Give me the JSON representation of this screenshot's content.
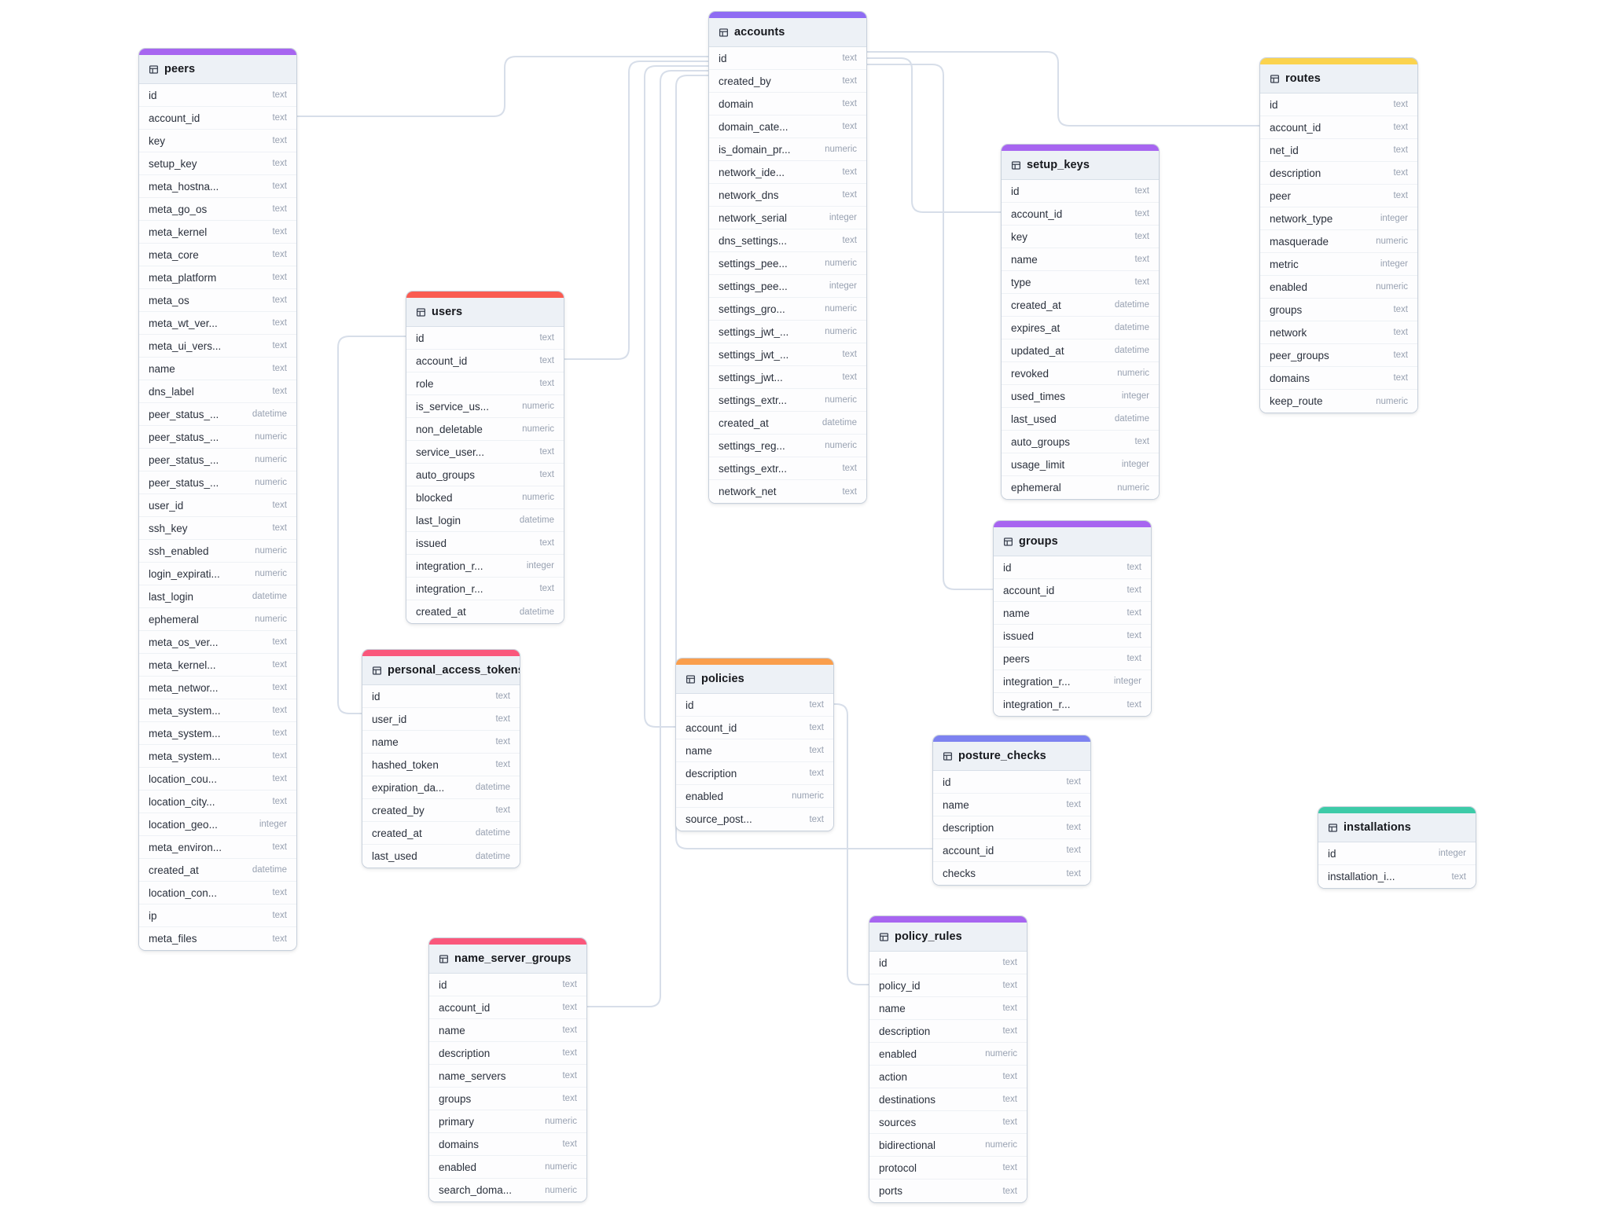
{
  "canvas": {
    "background": "#ffffff",
    "connector_color": "#d7dee9"
  },
  "diagram": {
    "tables": [
      {
        "name": "peers",
        "header_color": "#A765F0",
        "fields": [
          {
            "name": "id",
            "type": "text"
          },
          {
            "name": "account_id",
            "type": "text"
          },
          {
            "name": "key",
            "type": "text"
          },
          {
            "name": "setup_key",
            "type": "text"
          },
          {
            "name": "meta_hostna...",
            "type": "text"
          },
          {
            "name": "meta_go_os",
            "type": "text"
          },
          {
            "name": "meta_kernel",
            "type": "text"
          },
          {
            "name": "meta_core",
            "type": "text"
          },
          {
            "name": "meta_platform",
            "type": "text"
          },
          {
            "name": "meta_os",
            "type": "text"
          },
          {
            "name": "meta_wt_ver...",
            "type": "text"
          },
          {
            "name": "meta_ui_vers...",
            "type": "text"
          },
          {
            "name": "name",
            "type": "text"
          },
          {
            "name": "dns_label",
            "type": "text"
          },
          {
            "name": "peer_status_...",
            "type": "datetime"
          },
          {
            "name": "peer_status_...",
            "type": "numeric"
          },
          {
            "name": "peer_status_...",
            "type": "numeric"
          },
          {
            "name": "peer_status_...",
            "type": "numeric"
          },
          {
            "name": "user_id",
            "type": "text"
          },
          {
            "name": "ssh_key",
            "type": "text"
          },
          {
            "name": "ssh_enabled",
            "type": "numeric"
          },
          {
            "name": "login_expirati...",
            "type": "numeric"
          },
          {
            "name": "last_login",
            "type": "datetime"
          },
          {
            "name": "ephemeral",
            "type": "numeric"
          },
          {
            "name": "meta_os_ver...",
            "type": "text"
          },
          {
            "name": "meta_kernel...",
            "type": "text"
          },
          {
            "name": "meta_networ...",
            "type": "text"
          },
          {
            "name": "meta_system...",
            "type": "text"
          },
          {
            "name": "meta_system...",
            "type": "text"
          },
          {
            "name": "meta_system...",
            "type": "text"
          },
          {
            "name": "location_cou...",
            "type": "text"
          },
          {
            "name": "location_city...",
            "type": "text"
          },
          {
            "name": "location_geo...",
            "type": "integer"
          },
          {
            "name": "meta_environ...",
            "type": "text"
          },
          {
            "name": "created_at",
            "type": "datetime"
          },
          {
            "name": "location_con...",
            "type": "text"
          },
          {
            "name": "ip",
            "type": "text"
          },
          {
            "name": "meta_files",
            "type": "text"
          }
        ]
      },
      {
        "name": "accounts",
        "header_color": "#8E6CF3",
        "fields": [
          {
            "name": "id",
            "type": "text"
          },
          {
            "name": "created_by",
            "type": "text"
          },
          {
            "name": "domain",
            "type": "text"
          },
          {
            "name": "domain_cate...",
            "type": "text"
          },
          {
            "name": "is_domain_pr...",
            "type": "numeric"
          },
          {
            "name": "network_ide...",
            "type": "text"
          },
          {
            "name": "network_dns",
            "type": "text"
          },
          {
            "name": "network_serial",
            "type": "integer"
          },
          {
            "name": "dns_settings...",
            "type": "text"
          },
          {
            "name": "settings_pee...",
            "type": "numeric"
          },
          {
            "name": "settings_pee...",
            "type": "integer"
          },
          {
            "name": "settings_gro...",
            "type": "numeric"
          },
          {
            "name": "settings_jwt_...",
            "type": "numeric"
          },
          {
            "name": "settings_jwt_...",
            "type": "text"
          },
          {
            "name": "settings_jwt...",
            "type": "text"
          },
          {
            "name": "settings_extr...",
            "type": "numeric"
          },
          {
            "name": "created_at",
            "type": "datetime"
          },
          {
            "name": "settings_reg...",
            "type": "numeric"
          },
          {
            "name": "settings_extr...",
            "type": "text"
          },
          {
            "name": "network_net",
            "type": "text"
          }
        ]
      },
      {
        "name": "users",
        "header_color": "#FA5B51",
        "fields": [
          {
            "name": "id",
            "type": "text"
          },
          {
            "name": "account_id",
            "type": "text"
          },
          {
            "name": "role",
            "type": "text"
          },
          {
            "name": "is_service_us...",
            "type": "numeric"
          },
          {
            "name": "non_deletable",
            "type": "numeric"
          },
          {
            "name": "service_user...",
            "type": "text"
          },
          {
            "name": "auto_groups",
            "type": "text"
          },
          {
            "name": "blocked",
            "type": "numeric"
          },
          {
            "name": "last_login",
            "type": "datetime"
          },
          {
            "name": "issued",
            "type": "text"
          },
          {
            "name": "integration_r...",
            "type": "integer"
          },
          {
            "name": "integration_r...",
            "type": "text"
          },
          {
            "name": "created_at",
            "type": "datetime"
          }
        ]
      },
      {
        "name": "personal_access_tokens",
        "header_color": "#FA577B",
        "fields": [
          {
            "name": "id",
            "type": "text"
          },
          {
            "name": "user_id",
            "type": "text"
          },
          {
            "name": "name",
            "type": "text"
          },
          {
            "name": "hashed_token",
            "type": "text"
          },
          {
            "name": "expiration_da...",
            "type": "datetime"
          },
          {
            "name": "created_by",
            "type": "text"
          },
          {
            "name": "created_at",
            "type": "datetime"
          },
          {
            "name": "last_used",
            "type": "datetime"
          }
        ]
      },
      {
        "name": "setup_keys",
        "header_color": "#A765F0",
        "fields": [
          {
            "name": "id",
            "type": "text"
          },
          {
            "name": "account_id",
            "type": "text"
          },
          {
            "name": "key",
            "type": "text"
          },
          {
            "name": "name",
            "type": "text"
          },
          {
            "name": "type",
            "type": "text"
          },
          {
            "name": "created_at",
            "type": "datetime"
          },
          {
            "name": "expires_at",
            "type": "datetime"
          },
          {
            "name": "updated_at",
            "type": "datetime"
          },
          {
            "name": "revoked",
            "type": "numeric"
          },
          {
            "name": "used_times",
            "type": "integer"
          },
          {
            "name": "last_used",
            "type": "datetime"
          },
          {
            "name": "auto_groups",
            "type": "text"
          },
          {
            "name": "usage_limit",
            "type": "integer"
          },
          {
            "name": "ephemeral",
            "type": "numeric"
          }
        ]
      },
      {
        "name": "routes",
        "header_color": "#FBD34E",
        "fields": [
          {
            "name": "id",
            "type": "text"
          },
          {
            "name": "account_id",
            "type": "text"
          },
          {
            "name": "net_id",
            "type": "text"
          },
          {
            "name": "description",
            "type": "text"
          },
          {
            "name": "peer",
            "type": "text"
          },
          {
            "name": "network_type",
            "type": "integer"
          },
          {
            "name": "masquerade",
            "type": "numeric"
          },
          {
            "name": "metric",
            "type": "integer"
          },
          {
            "name": "enabled",
            "type": "numeric"
          },
          {
            "name": "groups",
            "type": "text"
          },
          {
            "name": "network",
            "type": "text"
          },
          {
            "name": "peer_groups",
            "type": "text"
          },
          {
            "name": "domains",
            "type": "text"
          },
          {
            "name": "keep_route",
            "type": "numeric"
          }
        ]
      },
      {
        "name": "groups",
        "header_color": "#A765F0",
        "fields": [
          {
            "name": "id",
            "type": "text"
          },
          {
            "name": "account_id",
            "type": "text"
          },
          {
            "name": "name",
            "type": "text"
          },
          {
            "name": "issued",
            "type": "text"
          },
          {
            "name": "peers",
            "type": "text"
          },
          {
            "name": "integration_r...",
            "type": "integer"
          },
          {
            "name": "integration_r...",
            "type": "text"
          }
        ]
      },
      {
        "name": "policies",
        "header_color": "#FA9E4C",
        "fields": [
          {
            "name": "id",
            "type": "text"
          },
          {
            "name": "account_id",
            "type": "text"
          },
          {
            "name": "name",
            "type": "text"
          },
          {
            "name": "description",
            "type": "text"
          },
          {
            "name": "enabled",
            "type": "numeric"
          },
          {
            "name": "source_post...",
            "type": "text"
          }
        ]
      },
      {
        "name": "posture_checks",
        "header_color": "#7D82F0",
        "fields": [
          {
            "name": "id",
            "type": "text"
          },
          {
            "name": "name",
            "type": "text"
          },
          {
            "name": "description",
            "type": "text"
          },
          {
            "name": "account_id",
            "type": "text"
          },
          {
            "name": "checks",
            "type": "text"
          }
        ]
      },
      {
        "name": "policy_rules",
        "header_color": "#A765F0",
        "fields": [
          {
            "name": "id",
            "type": "text"
          },
          {
            "name": "policy_id",
            "type": "text"
          },
          {
            "name": "name",
            "type": "text"
          },
          {
            "name": "description",
            "type": "text"
          },
          {
            "name": "enabled",
            "type": "numeric"
          },
          {
            "name": "action",
            "type": "text"
          },
          {
            "name": "destinations",
            "type": "text"
          },
          {
            "name": "sources",
            "type": "text"
          },
          {
            "name": "bidirectional",
            "type": "numeric"
          },
          {
            "name": "protocol",
            "type": "text"
          },
          {
            "name": "ports",
            "type": "text"
          }
        ]
      },
      {
        "name": "name_server_groups",
        "header_color": "#FA577B",
        "fields": [
          {
            "name": "id",
            "type": "text"
          },
          {
            "name": "account_id",
            "type": "text"
          },
          {
            "name": "name",
            "type": "text"
          },
          {
            "name": "description",
            "type": "text"
          },
          {
            "name": "name_servers",
            "type": "text"
          },
          {
            "name": "groups",
            "type": "text"
          },
          {
            "name": "primary",
            "type": "numeric"
          },
          {
            "name": "domains",
            "type": "text"
          },
          {
            "name": "enabled",
            "type": "numeric"
          },
          {
            "name": "search_doma...",
            "type": "numeric"
          }
        ]
      },
      {
        "name": "installations",
        "header_color": "#3DCBA8",
        "fields": [
          {
            "name": "id",
            "type": "integer"
          },
          {
            "name": "installation_i...",
            "type": "text"
          }
        ]
      }
    ],
    "relations": [
      {
        "from": "peers.account_id",
        "to": "accounts.id"
      },
      {
        "from": "users.account_id",
        "to": "accounts.id"
      },
      {
        "from": "personal_access_tokens.user_id",
        "to": "users.id"
      },
      {
        "from": "setup_keys.account_id",
        "to": "accounts.id"
      },
      {
        "from": "groups.account_id",
        "to": "accounts.id"
      },
      {
        "from": "policies.account_id",
        "to": "accounts.id"
      },
      {
        "from": "posture_checks.account_id",
        "to": "accounts.id"
      },
      {
        "from": "name_server_groups.account_id",
        "to": "accounts.id"
      },
      {
        "from": "routes.account_id",
        "to": "accounts.id"
      },
      {
        "from": "policy_rules.policy_id",
        "to": "policies.id"
      }
    ]
  }
}
